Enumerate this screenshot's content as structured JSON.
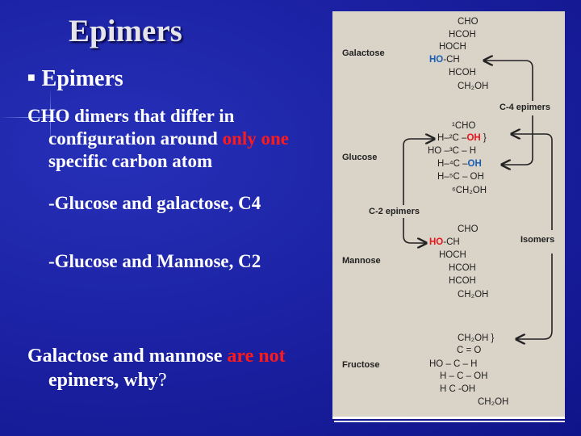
{
  "slide": {
    "title": "Epimers",
    "bullet": "Epimers",
    "para1": {
      "a": "CHO dimers that differ in configuration around ",
      "red": "only one",
      "b": " specific carbon atom"
    },
    "item1": "-Glucose and galactose, C4",
    "item2": "-Glucose and Mannose, C2",
    "para2": {
      "a": "Galactose and mannose ",
      "red": "are not",
      "b": " epimers, why",
      "end": "?"
    }
  },
  "figure": {
    "labels": {
      "galactose": "Galactose",
      "glucose": "Glucose",
      "mannose": "Mannose",
      "fructose": "Fructose",
      "c4": "C-4 epimers",
      "c2": "C-2 epimers",
      "isomers": "Isomers"
    },
    "galactose": [
      "CHO",
      "HCOH",
      "HOCH",
      "HO",
      "-CH",
      "HCOH",
      "CH₂OH"
    ],
    "glucose": [
      "¹CHO",
      "H–²C –",
      "OH",
      "HO –³C – H",
      "H–⁴C –",
      "OH",
      "H–⁵C – OH",
      "⁶CH₂OH"
    ],
    "mannose": [
      "CHO",
      "HO",
      "-CH",
      "HOCH",
      "HCOH",
      "HCOH",
      "CH₂OH"
    ],
    "fructose": [
      "CH₂OH",
      "C = O",
      "HO – C – H",
      "H – C – OH",
      "H   C  -OH",
      "CH₂OH"
    ],
    "colors": {
      "blue": "#1a5fb4",
      "red": "#e8141c"
    }
  }
}
